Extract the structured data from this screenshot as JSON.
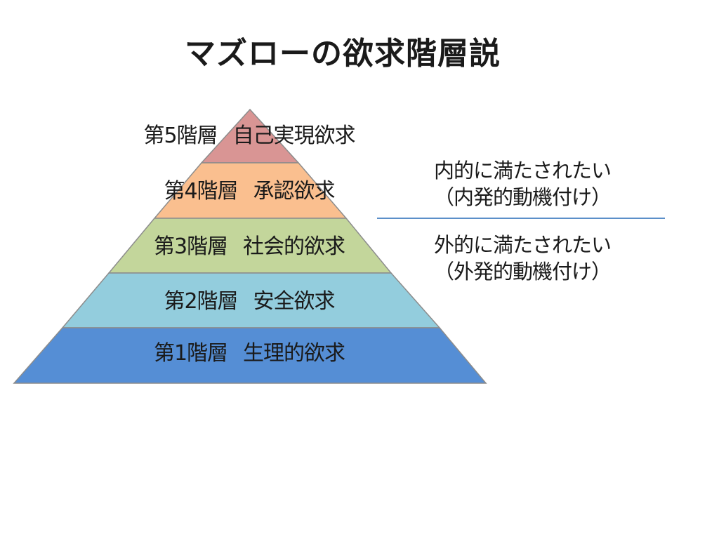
{
  "title": "マズローの欲求階層説",
  "levels": [
    {
      "level": "第5階層",
      "need": "自己実現欲求",
      "color": "#d99594"
    },
    {
      "level": "第4階層",
      "need": "承認欲求",
      "color": "#fabf8f"
    },
    {
      "level": "第3階層",
      "need": "社会的欲求",
      "color": "#c3d69b"
    },
    {
      "level": "第2階層",
      "need": "安全欲求",
      "color": "#93cddd"
    },
    {
      "level": "第1階層",
      "need": "生理的欲求",
      "color": "#558ed5"
    }
  ],
  "notes": {
    "internal": {
      "line1": "内的に満たされたい",
      "line2": "（内発的動機付け）"
    },
    "external": {
      "line1": "外的に満たされたい",
      "line2": "（外発的動機付け）"
    }
  },
  "colors": {
    "divider": "#5b8fc9",
    "outline": "#8c8c8c"
  }
}
